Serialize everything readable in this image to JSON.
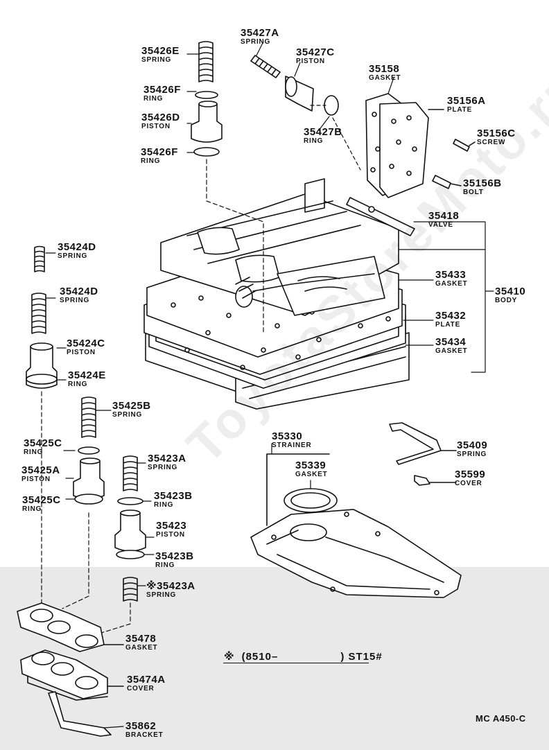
{
  "labels": {
    "p35427A": {
      "pn": "35427A",
      "name": "SPRING"
    },
    "p35427C": {
      "pn": "35427C",
      "name": "PISTON"
    },
    "p35427B": {
      "pn": "35427B",
      "name": "RING"
    },
    "p35426E": {
      "pn": "35426E",
      "name": "SPRING"
    },
    "p35426F_top": {
      "pn": "35426F",
      "name": "RING"
    },
    "p35426D": {
      "pn": "35426D",
      "name": "PISTON"
    },
    "p35426F_bot": {
      "pn": "35426F",
      "name": "RING"
    },
    "p35158": {
      "pn": "35158",
      "name": "GASKET"
    },
    "p35156A": {
      "pn": "35156A",
      "name": "PLATE"
    },
    "p35156C": {
      "pn": "35156C",
      "name": "SCREW"
    },
    "p35156B": {
      "pn": "35156B",
      "name": "BOLT"
    },
    "p35418": {
      "pn": "35418",
      "name": "VALVE"
    },
    "p35433": {
      "pn": "35433",
      "name": "GASKET"
    },
    "p35410": {
      "pn": "35410",
      "name": "BODY"
    },
    "p35432": {
      "pn": "35432",
      "name": "PLATE"
    },
    "p35434": {
      "pn": "35434",
      "name": "GASKET"
    },
    "p35424D_a": {
      "pn": "35424D",
      "name": "SPRING"
    },
    "p35424D_b": {
      "pn": "35424D",
      "name": "SPRING"
    },
    "p35424C": {
      "pn": "35424C",
      "name": "PISTON"
    },
    "p35424E": {
      "pn": "35424E",
      "name": "RING"
    },
    "p35425B": {
      "pn": "35425B",
      "name": "SPRING"
    },
    "p35425C_top": {
      "pn": "35425C",
      "name": "RING"
    },
    "p35425A": {
      "pn": "35425A",
      "name": "PISTON"
    },
    "p35425C_bot": {
      "pn": "35425C",
      "name": "RING"
    },
    "p35423A_top": {
      "pn": "35423A",
      "name": "SPRING"
    },
    "p35423B_top": {
      "pn": "35423B",
      "name": "RING"
    },
    "p35423": {
      "pn": "35423",
      "name": "PISTON"
    },
    "p35423B_bot": {
      "pn": "35423B",
      "name": "RING"
    },
    "p35423A_bot": {
      "pn": "※35423A",
      "name": "SPRING"
    },
    "p35478": {
      "pn": "35478",
      "name": "GASKET"
    },
    "p35474A": {
      "pn": "35474A",
      "name": "COVER"
    },
    "p35862": {
      "pn": "35862",
      "name": "BRACKET"
    },
    "p35330": {
      "pn": "35330",
      "name": "STRAINER"
    },
    "p35339": {
      "pn": "35339",
      "name": "GASKET"
    },
    "p35409": {
      "pn": "35409",
      "name": "SPRING"
    },
    "p35599": {
      "pn": "35599",
      "name": "COVER"
    }
  },
  "footnote": {
    "symbol": "※",
    "open": "(8510–",
    "close": ") ST15#"
  },
  "ref_code": "MC A450-C",
  "watermark": "ToyotaStoreMoto.ru",
  "colors": {
    "line": "#111111",
    "shade": "#e9e9e9"
  }
}
